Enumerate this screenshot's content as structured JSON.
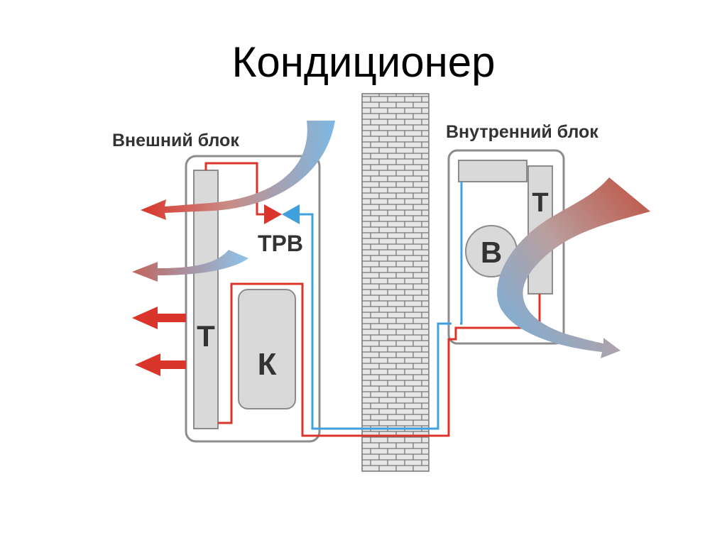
{
  "title": "Кондиционер",
  "outdoor_unit": {
    "label": "Внешний блок",
    "heat_exchanger_label": "Т",
    "compressor_label": "К",
    "valve_label": "TPB"
  },
  "indoor_unit": {
    "label": "Внутренний блок",
    "fan_label": "В",
    "heat_exchanger_label": "Т"
  },
  "colors": {
    "hot": "#d9352a",
    "cold": "#3fa0dd",
    "outline": "#8c8c8c",
    "component_fill": "#d9d9d9",
    "text": "#333333"
  }
}
